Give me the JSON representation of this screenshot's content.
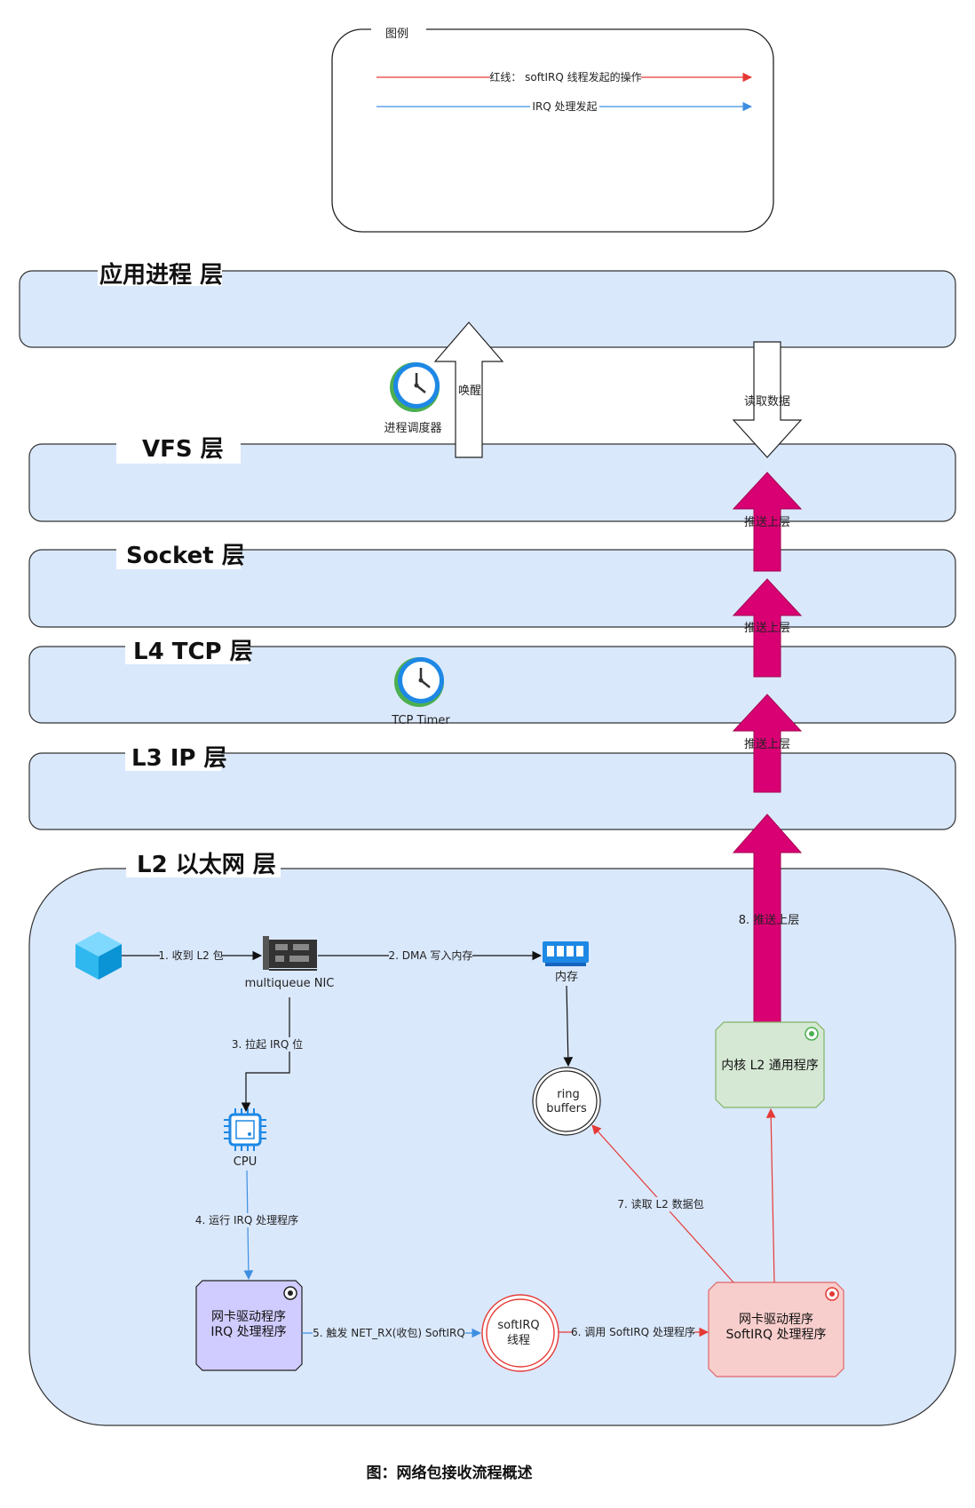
{
  "legend": {
    "title": "图例",
    "red_line": "红线： softIRQ 线程发起的操作",
    "blue_line": "IRQ 处理发起"
  },
  "layers": {
    "app": "应用进程 层",
    "vfs": "VFS 层",
    "socket": "Socket 层",
    "tcp": "L4 TCP 层",
    "ip": "L3 IP 层",
    "l2": "L2 以太网 层"
  },
  "labels": {
    "scheduler": "进程调度器",
    "wake": "唤醒",
    "read_data": "读取数据",
    "push_up": "推送上层",
    "tcp_timer": "TCP Timer",
    "nic": "multiqueue NIC",
    "memory": "内存",
    "cpu": "CPU",
    "ring_1": "ring",
    "ring_2": "buffers",
    "softirq_1": "softIRQ",
    "softirq_2": "线程",
    "driver_irq_1": "网卡驱动程序",
    "driver_irq_2": "IRQ 处理程序",
    "driver_soft_1": "网卡驱动程序",
    "driver_soft_2": "SoftIRQ 处理程序",
    "kernel_l2": "内核 L2 通用程序"
  },
  "steps": {
    "s1": "1. 收到 L2 包",
    "s2": "2. DMA 写入内存",
    "s3": "3. 拉起 IRQ 位",
    "s4": "4. 运行 IRQ 处理程序",
    "s5": "5. 触发 NET_RX(收包) SoftIRQ",
    "s6": "6. 调用 SoftIRQ 处理程序",
    "s7": "7. 读取 L2 数据包",
    "s8": "8. 推送上层"
  },
  "caption": "图：网络包接收流程概述",
  "colors": {
    "layer_fill": "#dae8fc",
    "red": "#e53935",
    "blue": "#3d8fe0",
    "magenta": "#d80073",
    "green_fill": "#d5e8d4",
    "purple_fill": "#d0ccff",
    "pink_fill": "#f8cecc"
  }
}
